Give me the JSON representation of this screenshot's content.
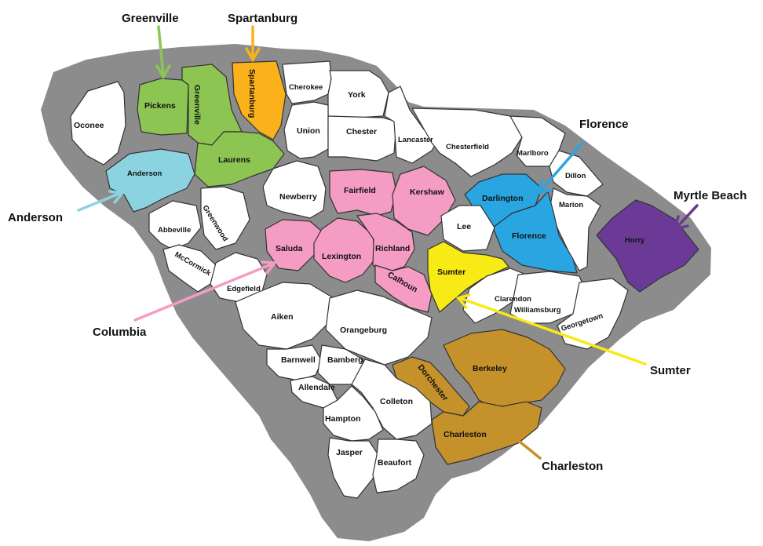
{
  "regions": {
    "greenville": {
      "label": "Greenville",
      "color": "#8dc553"
    },
    "spartanburg": {
      "label": "Spartanburg",
      "color": "#fbb11b"
    },
    "florence": {
      "label": "Florence",
      "color": "#29a6e1"
    },
    "myrtle_beach": {
      "label": "Myrtle Beach",
      "color": "#6a3a96"
    },
    "anderson": {
      "label": "Anderson",
      "color": "#8cd3e2"
    },
    "columbia": {
      "label": "Columbia",
      "color": "#f59cc4"
    },
    "sumter": {
      "label": "Sumter",
      "color": "#f7ea15"
    },
    "charleston": {
      "label": "Charleston",
      "color": "#c5912a"
    }
  },
  "counties": {
    "oconee": "Oconee",
    "pickens": "Pickens",
    "greenville": "Greenville",
    "spartanburg": "Spartanburg",
    "cherokee": "Cherokee",
    "york": "York",
    "union": "Union",
    "chester": "Chester",
    "lancaster": "Lancaster",
    "chesterfield": "Chesterfield",
    "marlboro": "Marlboro",
    "dillon": "Dillon",
    "marion": "Marion",
    "darlington": "Darlington",
    "florence": "Florence",
    "horry": "Horry",
    "anderson": "Anderson",
    "laurens": "Laurens",
    "newberry": "Newberry",
    "fairfield": "Fairfield",
    "kershaw": "Kershaw",
    "lee": "Lee",
    "abbeville": "Abbeville",
    "greenwood": "Greenwood",
    "mccormick": "McCormick",
    "saluda": "Saluda",
    "lexington": "Lexington",
    "richland": "Richland",
    "calhoun": "Calhoun",
    "sumter": "Sumter",
    "clarendon": "Clarendon",
    "williamsburg": "Williamsburg",
    "georgetown": "Georgetown",
    "edgefield": "Edgefield",
    "aiken": "Aiken",
    "orangeburg": "Orangeburg",
    "barnwell": "Barnwell",
    "bamberg": "Bamberg",
    "allendale": "Allendale",
    "dorchester": "Dorchester",
    "berkeley": "Berkeley",
    "colleton": "Colleton",
    "hampton": "Hampton",
    "charleston": "Charleston",
    "jasper": "Jasper",
    "beaufort": "Beaufort"
  },
  "colors": {
    "state_outline": "#8c8c8c",
    "county_default": "#ffffff",
    "county_border": "#333333"
  }
}
